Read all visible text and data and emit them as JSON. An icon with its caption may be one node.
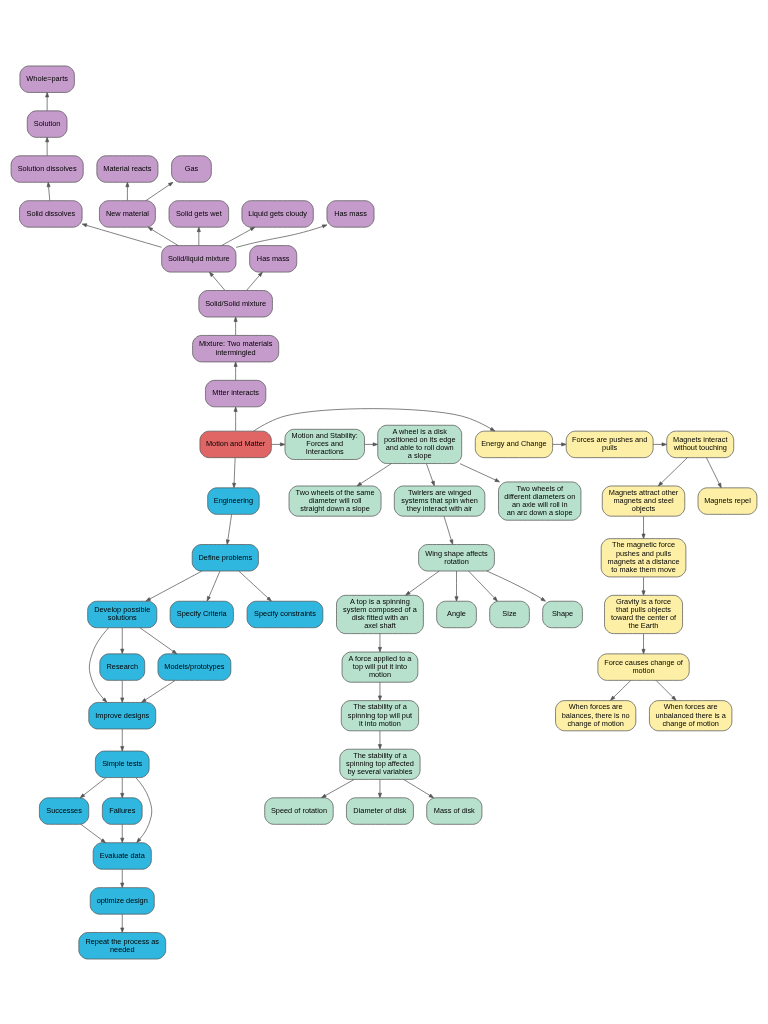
{
  "diagram": {
    "nodes": [
      {
        "text": [
          "Whole=parts"
        ]
      },
      {
        "text": [
          "Solution"
        ]
      },
      {
        "text": [
          "Material reacts"
        ]
      },
      {
        "text": [
          "Gas"
        ]
      },
      {
        "text": [
          "Solution dissolves"
        ]
      },
      {
        "text": [
          "New material"
        ]
      },
      {
        "text": [
          "Solid gets wet"
        ]
      },
      {
        "text": [
          "Solid dissolves"
        ]
      },
      {
        "text": [
          "Liquid gets cloudy"
        ]
      },
      {
        "text": [
          "Has mass"
        ]
      },
      {
        "text": [
          "Solid/liquid mixture"
        ]
      },
      {
        "text": [
          "Has mass"
        ]
      },
      {
        "text": [
          "Solid/Solid mixture"
        ]
      },
      {
        "text": [
          "Mixture: Two materials intermingled"
        ]
      },
      {
        "text": [
          "Mtter interacts"
        ]
      },
      {
        "text": [
          "Magnets interact without touching"
        ]
      },
      {
        "text": [
          "Forces are pushes and pulls"
        ]
      },
      {
        "text": [
          "Energy and Change"
        ]
      },
      {
        "text": [
          "Motion and Matter"
        ]
      },
      {
        "text": [
          "Motion and Stability: Forces and Interactions"
        ]
      },
      {
        "text": [
          "A wheel is a disk positioned on its edge and able to roll down a slope"
        ]
      },
      {
        "text": [
          "Magnets attract other magnets and steel objects"
        ]
      },
      {
        "text": [
          "Magnets repel"
        ]
      },
      {
        "text": [
          "Two wheels of different diameters on an axle will roll in an arc down a slope"
        ]
      },
      {
        "text": [
          "Two wheels of the same diameter will roll straight down a slope"
        ]
      },
      {
        "text": [
          "Engineering"
        ]
      },
      {
        "text": [
          "The magnetic force pushes and pulls magnets at a distance to make them move"
        ]
      },
      {
        "text": [
          "Define problems"
        ]
      },
      {
        "text": [
          "Twirlers are winged systems that spin when they interact with air"
        ]
      },
      {
        "text": [
          "Specify Criteria"
        ]
      },
      {
        "text": [
          "Specify constraints"
        ]
      },
      {
        "text": [
          "Gravity is a force that pulls objects toward the center of the Earth"
        ]
      },
      {
        "text": [
          "Develop possible solutions"
        ]
      },
      {
        "text": [
          "Wing shape affects rotation"
        ]
      },
      {
        "text": [
          "Angle"
        ]
      },
      {
        "text": [
          "Force causes change of motion"
        ]
      },
      {
        "text": [
          "Research"
        ]
      },
      {
        "text": [
          "Models/prototypes"
        ]
      },
      {
        "text": [
          "Size"
        ]
      },
      {
        "text": [
          "Shape"
        ]
      },
      {
        "text": [
          "Improve designs"
        ]
      },
      {
        "text": [
          "When forces are balances, there is no change of motion"
        ]
      },
      {
        "text": [
          "When forces are unbalanced there is a change of motion"
        ]
      },
      {
        "text": [
          "A top is a spinning system composed of a disk fitted with an axel shaft"
        ]
      },
      {
        "text": [
          "Simple tests"
        ]
      },
      {
        "text": [
          "A force applied to a top will put it into motion"
        ]
      },
      {
        "text": [
          "Successes"
        ]
      },
      {
        "text": [
          "Failures"
        ]
      },
      {
        "text": [
          "Evaluate data"
        ]
      },
      {
        "text": [
          "The stability of a spinning top will put it into motion"
        ]
      },
      {
        "text": [
          "optimize design"
        ]
      },
      {
        "text": [
          "Speed of rotation"
        ]
      },
      {
        "text": [
          "The stability of a spinning top affected by several variables"
        ]
      },
      {
        "text": [
          "Repeat the process as needed"
        ]
      },
      {
        "text": [
          "Diameter of disk"
        ]
      },
      {
        "text": [
          "Mass of disk"
        ]
      }
    ],
    "edges": [
      {
        "from": 1,
        "to": 0,
        "arrow": "to"
      },
      {
        "from": 4,
        "to": 1,
        "arrow": "to"
      },
      {
        "from": 7,
        "to": 4,
        "arrow": "to"
      },
      {
        "from": 10,
        "to": 7,
        "arrow": "to"
      },
      {
        "from": 10,
        "to": 9,
        "arrow": "to"
      },
      {
        "from": 10,
        "to": 5,
        "arrow": "to"
      },
      {
        "from": 5,
        "to": 2,
        "arrow": "to"
      },
      {
        "from": 5,
        "to": 3,
        "arrow": "to"
      },
      {
        "from": 10,
        "to": 6,
        "arrow": "to"
      },
      {
        "from": 10,
        "to": 8,
        "arrow": "to"
      },
      {
        "from": 12,
        "to": 11,
        "arrow": "to"
      },
      {
        "from": 12,
        "to": 10,
        "arrow": "to"
      },
      {
        "from": 13,
        "to": 12,
        "arrow": "to"
      },
      {
        "from": 14,
        "to": 13,
        "arrow": "to"
      },
      {
        "from": 18,
        "to": 14,
        "arrow": "to"
      },
      {
        "from": 18,
        "to": 17,
        "arrow": "to"
      },
      {
        "from": 17,
        "to": 16,
        "arrow": "to"
      },
      {
        "from": 16,
        "to": 15,
        "arrow": "to"
      },
      {
        "from": 15,
        "to": 21,
        "arrow": "to"
      },
      {
        "from": 15,
        "to": 22,
        "arrow": "to"
      },
      {
        "from": 21,
        "to": 26,
        "arrow": "to"
      },
      {
        "from": 26,
        "to": 31,
        "arrow": "to"
      },
      {
        "from": 31,
        "to": 35,
        "arrow": "to"
      },
      {
        "from": 35,
        "to": 41,
        "arrow": "to"
      },
      {
        "from": 35,
        "to": 42,
        "arrow": "to"
      },
      {
        "from": 18,
        "to": 19,
        "arrow": "to"
      },
      {
        "from": 19,
        "to": 20,
        "arrow": "to"
      },
      {
        "from": 20,
        "to": 23,
        "arrow": "to"
      },
      {
        "from": 20,
        "to": 24,
        "arrow": "to"
      },
      {
        "from": 20,
        "to": 28,
        "arrow": "to"
      },
      {
        "from": 28,
        "to": 33,
        "arrow": "to"
      },
      {
        "from": 33,
        "to": 34,
        "arrow": "to"
      },
      {
        "from": 33,
        "to": 39,
        "arrow": "to"
      },
      {
        "from": 33,
        "to": 38,
        "arrow": "to"
      },
      {
        "from": 33,
        "to": 43,
        "arrow": "to"
      },
      {
        "from": 43,
        "to": 45,
        "arrow": "to"
      },
      {
        "from": 45,
        "to": 49,
        "arrow": "to"
      },
      {
        "from": 49,
        "to": 52,
        "arrow": "to"
      },
      {
        "from": 52,
        "to": 51,
        "arrow": "to"
      },
      {
        "from": 52,
        "to": 54,
        "arrow": "to"
      },
      {
        "from": 52,
        "to": 55,
        "arrow": "to"
      },
      {
        "from": 18,
        "to": 25,
        "arrow": "to"
      },
      {
        "from": 25,
        "to": 27,
        "arrow": "to"
      },
      {
        "from": 27,
        "to": 29,
        "arrow": "to"
      },
      {
        "from": 27,
        "to": 30,
        "arrow": "to"
      },
      {
        "from": 27,
        "to": 32,
        "arrow": "to"
      },
      {
        "from": 32,
        "to": 36,
        "arrow": "to"
      },
      {
        "from": 32,
        "to": 37,
        "arrow": "to"
      },
      {
        "from": 32,
        "to": 40,
        "arrow": "to"
      },
      {
        "from": 36,
        "to": 40,
        "arrow": "to"
      },
      {
        "from": 37,
        "to": 40,
        "arrow": "to"
      },
      {
        "from": 40,
        "to": 44,
        "arrow": "to"
      },
      {
        "from": 44,
        "to": 46,
        "arrow": "to"
      },
      {
        "from": 44,
        "to": 47,
        "arrow": "to"
      },
      {
        "from": 44,
        "to": 48,
        "arrow": "to"
      },
      {
        "from": 46,
        "to": 48,
        "arrow": "to"
      },
      {
        "from": 47,
        "to": 48,
        "arrow": "to"
      },
      {
        "from": 48,
        "to": 50,
        "arrow": "to"
      },
      {
        "from": 50,
        "to": 53,
        "arrow": "to"
      }
    ]
  }
}
